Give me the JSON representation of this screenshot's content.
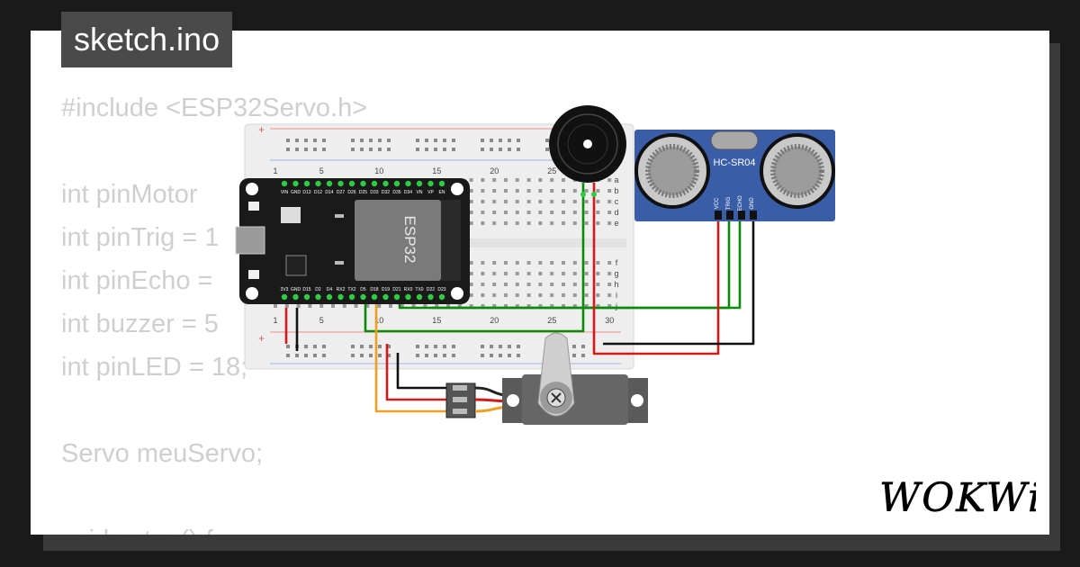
{
  "file": {
    "name": "sketch.ino"
  },
  "code_lines": [
    "#include <ESP32Servo.h>",
    "",
    "int pinMotor",
    "int pinTrig = 1",
    "int pinEcho =",
    "int buzzer = 5",
    "int pinLED = 18;",
    "",
    "Servo meuServo;",
    "",
    "void setup() {"
  ],
  "breadcolumns": [
    "1",
    "5",
    "10",
    "15",
    "20",
    "25",
    "30"
  ],
  "breadrows_top": [
    "a",
    "b",
    "c",
    "d",
    "e"
  ],
  "breadrows_bottom": [
    "f",
    "g",
    "h",
    "i",
    "j"
  ],
  "rail_plus": "+",
  "rail_minus": "−",
  "esp32": {
    "label": "ESP32",
    "top_pins": [
      "VIN",
      "GND",
      "D13",
      "D12",
      "D14",
      "D27",
      "D26",
      "D25",
      "D33",
      "D32",
      "D35",
      "D34",
      "VN",
      "VP",
      "EN"
    ],
    "bottom_pins": [
      "3V3",
      "GND",
      "D15",
      "D2",
      "D4",
      "RX2",
      "TX2",
      "D5",
      "D18",
      "D19",
      "D21",
      "RX0",
      "TX0",
      "D22",
      "D23"
    ]
  },
  "sensor": {
    "label": "HC-SR04",
    "pins": [
      "VCC",
      "TRIG",
      "ECHO",
      "GND"
    ]
  },
  "brand": {
    "name": "WOKWi"
  }
}
